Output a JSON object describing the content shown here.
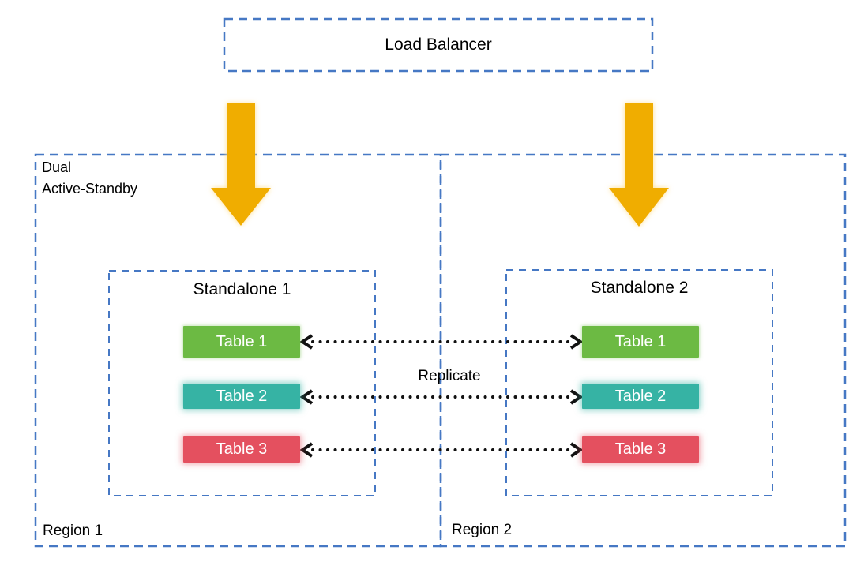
{
  "load_balancer": {
    "label": "Load Balancer"
  },
  "dual_mode_label": "Dual\nActive-Standby",
  "replicate_label": "Replicate",
  "regions": [
    {
      "label": "Region 1",
      "standalone": {
        "title": "Standalone 1",
        "tables": [
          "Table 1",
          "Table 2",
          "Table 3"
        ]
      }
    },
    {
      "label": "Region 2",
      "standalone": {
        "title": "Standalone 2",
        "tables": [
          "Table 1",
          "Table 2",
          "Table 3"
        ]
      }
    }
  ],
  "colors": {
    "dashed_border_blue": "#4678C4",
    "arrow_gold": "#F0AD00",
    "arrow_glow": "#FFDF8C",
    "table_green": "#6CBA43",
    "table_teal": "#36B3A4",
    "table_red": "#E4505F",
    "dotted_arrow_black": "#111111",
    "chip_text": "#FFFFFF"
  }
}
